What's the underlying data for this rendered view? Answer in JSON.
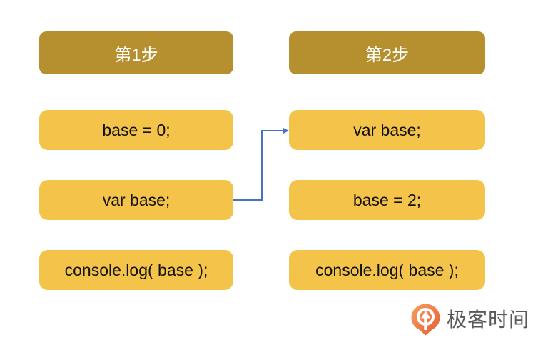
{
  "diagram": {
    "columns": [
      {
        "header": "第1步",
        "boxes": [
          "base = 0;",
          "var base;",
          "console.log( base );"
        ]
      },
      {
        "header": "第2步",
        "boxes": [
          "var base;",
          "base = 2;",
          "console.log( base );"
        ]
      }
    ],
    "connector": {
      "from": "第1步 var base;",
      "to": "第2步 var base;",
      "color": "#4472C4"
    }
  },
  "logo": {
    "text": "极客时间",
    "icon": "geektime-pin-icon",
    "icon_color": "#ED6A3B",
    "text_color": "#595959"
  },
  "colors": {
    "background": "#FFFFFF",
    "header_gold": "#B6902E",
    "box_gold": "#F4C34A",
    "header_text": "#FFFFFF",
    "box_text": "#111111"
  }
}
